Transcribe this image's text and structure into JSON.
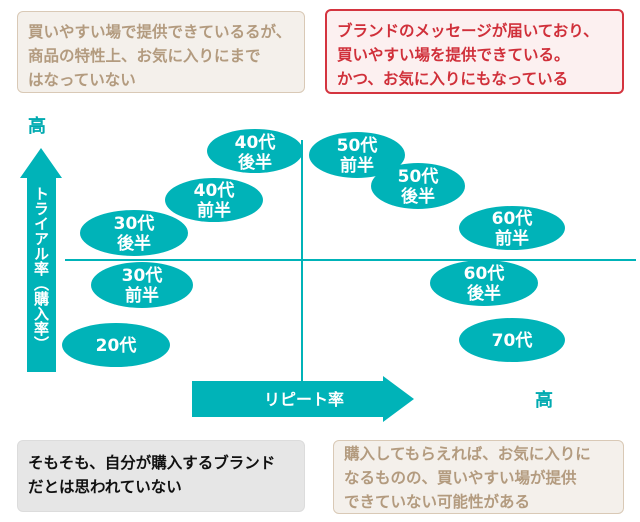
{
  "quadrants": {
    "top_left": "買いやすい場で提供できているるが、\n商品の特性上、お気に入りにまで\nはなっていない",
    "top_right": "ブランドのメッセージが届いており、\n買いやすい場を提供できている。\nかつ、お気に入りにもなっている",
    "bottom_left": "そもそも、自分が購入するブランド\nだとは思われていない",
    "bottom_right": "購入してもらえれば、お気に入りに\nなるものの、買いやすい場が提供\nできていない可能性がある"
  },
  "axes": {
    "y_label": "トライアル率（購入率）",
    "y_high": "高",
    "x_label": "リピート率",
    "x_high": "高"
  },
  "segments": [
    {
      "line1": "40代",
      "line2": "後半"
    },
    {
      "line1": "50代",
      "line2": "前半"
    },
    {
      "line1": "50代",
      "line2": "後半"
    },
    {
      "line1": "40代",
      "line2": "前半"
    },
    {
      "line1": "30代",
      "line2": "後半"
    },
    {
      "line1": "60代",
      "line2": "前半"
    },
    {
      "line1": "30代",
      "line2": "前半"
    },
    {
      "line1": "60代",
      "line2": "後半"
    },
    {
      "line1": "20代",
      "line2": ""
    },
    {
      "line1": "70代",
      "line2": ""
    }
  ],
  "colors": {
    "teal": "#00b3b8",
    "red": "#d4343f",
    "beige_text": "#b39b7f"
  }
}
